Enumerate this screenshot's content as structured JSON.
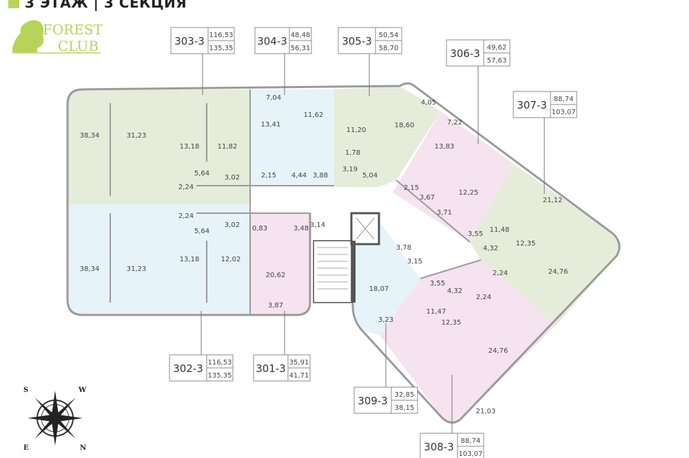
{
  "header": {
    "title": "3 ЭТАЖ | 3 СЕКЦИЯ"
  },
  "logo": {
    "line1": "FOREST",
    "line2": "CLUB"
  },
  "colors": {
    "accent": "#b7d35a",
    "green_zone": "#e6ecda",
    "blue_zone": "#e6f3f8",
    "pink_zone": "#f5e3ef",
    "wall": "#8a8a8a"
  },
  "apartments": [
    {
      "id": "303-3",
      "area_living": "116,53",
      "area_total": "135,35",
      "rooms": [
        "38,34",
        "31,23",
        "13,18",
        "11,82",
        "5,64",
        "3,02",
        "2,24"
      ]
    },
    {
      "id": "304-3",
      "area_living": "48,48",
      "area_total": "56,31",
      "rooms": [
        "7,04",
        "13,41",
        "11,62",
        "2,15",
        "4,44",
        "3,88"
      ]
    },
    {
      "id": "305-3",
      "area_living": "50,54",
      "area_total": "58,70",
      "rooms": [
        "11,20",
        "18,60",
        "4,05",
        "1,78",
        "3,19",
        "5,04"
      ]
    },
    {
      "id": "306-3",
      "area_living": "49,62",
      "area_total": "57,63",
      "rooms": [
        "7,22",
        "13,83",
        "12,25",
        "2,15",
        "3,67",
        "3,71"
      ]
    },
    {
      "id": "307-3",
      "area_living": "88,74",
      "area_total": "103,07",
      "rooms": [
        "21,12",
        "11,48",
        "3,55",
        "12,35",
        "4,32",
        "24,76",
        "2,24"
      ]
    },
    {
      "id": "302-3",
      "area_living": "116,53",
      "area_total": "135,35",
      "rooms": [
        "38,34",
        "31,23",
        "13,18",
        "12,02",
        "5,64",
        "3,02",
        "2,24"
      ]
    },
    {
      "id": "301-3",
      "area_living": "35,91",
      "area_total": "41,71",
      "rooms": [
        "0,83",
        "3,48",
        "3,14",
        "20,62",
        "3,87"
      ]
    },
    {
      "id": "309-3",
      "area_living": "32,85",
      "area_total": "38,15",
      "rooms": [
        "3,78",
        "3,15",
        "18,07",
        "3,23"
      ]
    },
    {
      "id": "308-3",
      "area_living": "88,74",
      "area_total": "103,07",
      "rooms": [
        "3,55",
        "4,32",
        "11,47",
        "12,35",
        "2,24",
        "24,76",
        "21,03"
      ]
    }
  ],
  "compass": {
    "s": "S",
    "w": "W",
    "e": "E",
    "n": "N"
  }
}
